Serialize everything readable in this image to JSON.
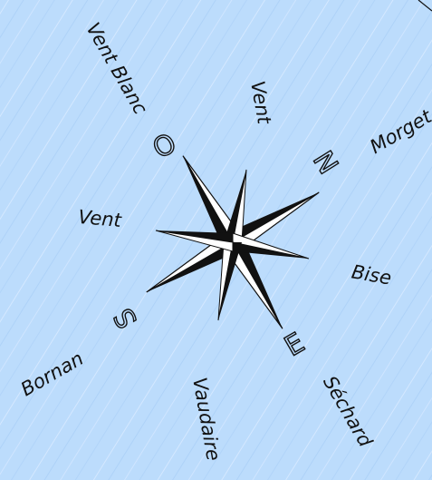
{
  "colors": {
    "background": "#bcdcfc",
    "ink": "#111111",
    "fill": "#ffffff"
  },
  "cardinals": {
    "north": "N",
    "east": "E",
    "south": "S",
    "west": "O"
  },
  "winds": {
    "north_upper": "Morget",
    "north_west": "Vent",
    "west_upper": "Vent Blanc",
    "west_lower": "Vent",
    "south_west": "Bornan",
    "south": "Vaudaire",
    "south_east": "Séchard",
    "east": "Bise"
  }
}
